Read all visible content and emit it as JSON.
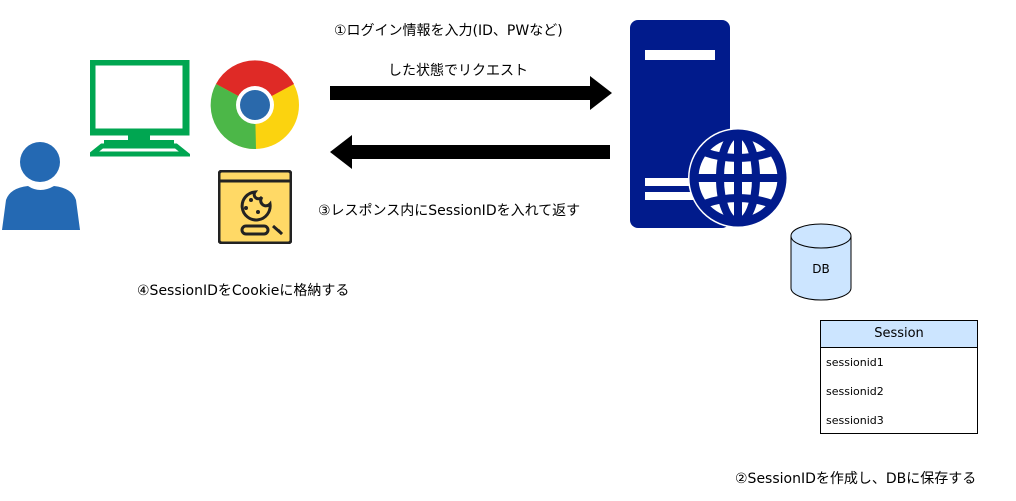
{
  "diagram": {
    "steps": {
      "step1_line1": "①ログイン情報を入力(ID、PWなど)",
      "step1_line2": "した状態でリクエスト",
      "step2": "②SessionIDを作成し、DBに保存する",
      "step3": "③レスポンス内にSessionIDを入れて返す",
      "step4": "④SessionIDをCookieに格納する"
    },
    "db": {
      "label": "DB"
    },
    "session_table": {
      "title": "Session",
      "rows": [
        "sessionid1",
        "sessionid2",
        "sessionid3"
      ]
    },
    "icons": [
      "user-icon",
      "computer-monitor-icon",
      "chrome-browser-icon",
      "cookie-icon",
      "web-server-icon",
      "globe-icon",
      "database-icon"
    ],
    "colors": {
      "user": "#2469b3",
      "monitor": "#00a651",
      "server": "#011b8c",
      "cookie_bg": "#ffd966",
      "table_header": "#cce5ff",
      "db_fill": "#cce5ff"
    }
  }
}
